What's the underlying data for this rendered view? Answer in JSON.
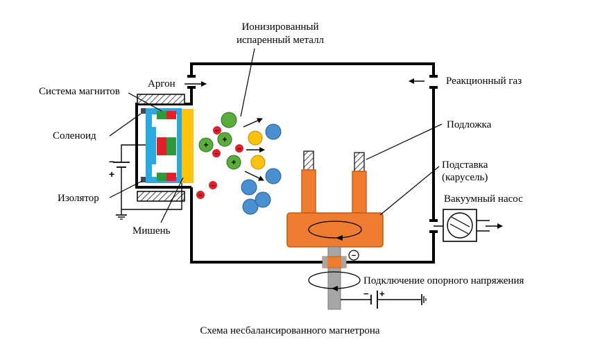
{
  "labels": {
    "ionized_metal_line1": "Ионизированный",
    "ionized_metal_line2": "испаренный металл",
    "argon": "Аргон",
    "magnet_system": "Система магнитов",
    "solenoid": "Соленоид",
    "insulator": "Изолятор",
    "target": "Мишень",
    "reaction_gas": "Реакционный газ",
    "substrate": "Подложка",
    "holder_line1": "Подставка",
    "holder_line2": "(карусель)",
    "vacuum_pump": "Вакуумный насос",
    "bias_connection": "Подключение опорного напряжения"
  },
  "symbols": {
    "plus": "+",
    "minus": "−",
    "battery_minus": "−",
    "battery_plus": "+"
  },
  "caption": "Схема несбалансированного магнетрона",
  "colors": {
    "magnet_blue": "#29a9e0",
    "magnet_red": "#e0202a",
    "magnet_green": "#2e9a3e",
    "target_yellow": "#ffc20e",
    "holder_orange": "#ee7d31",
    "holder_stroke": "#c55a11",
    "ion_blue": "#4a8fd0",
    "ion_green": "#5aad3a",
    "electron_red": "#e0202a",
    "shaft_gray": "#a6a6a6"
  }
}
